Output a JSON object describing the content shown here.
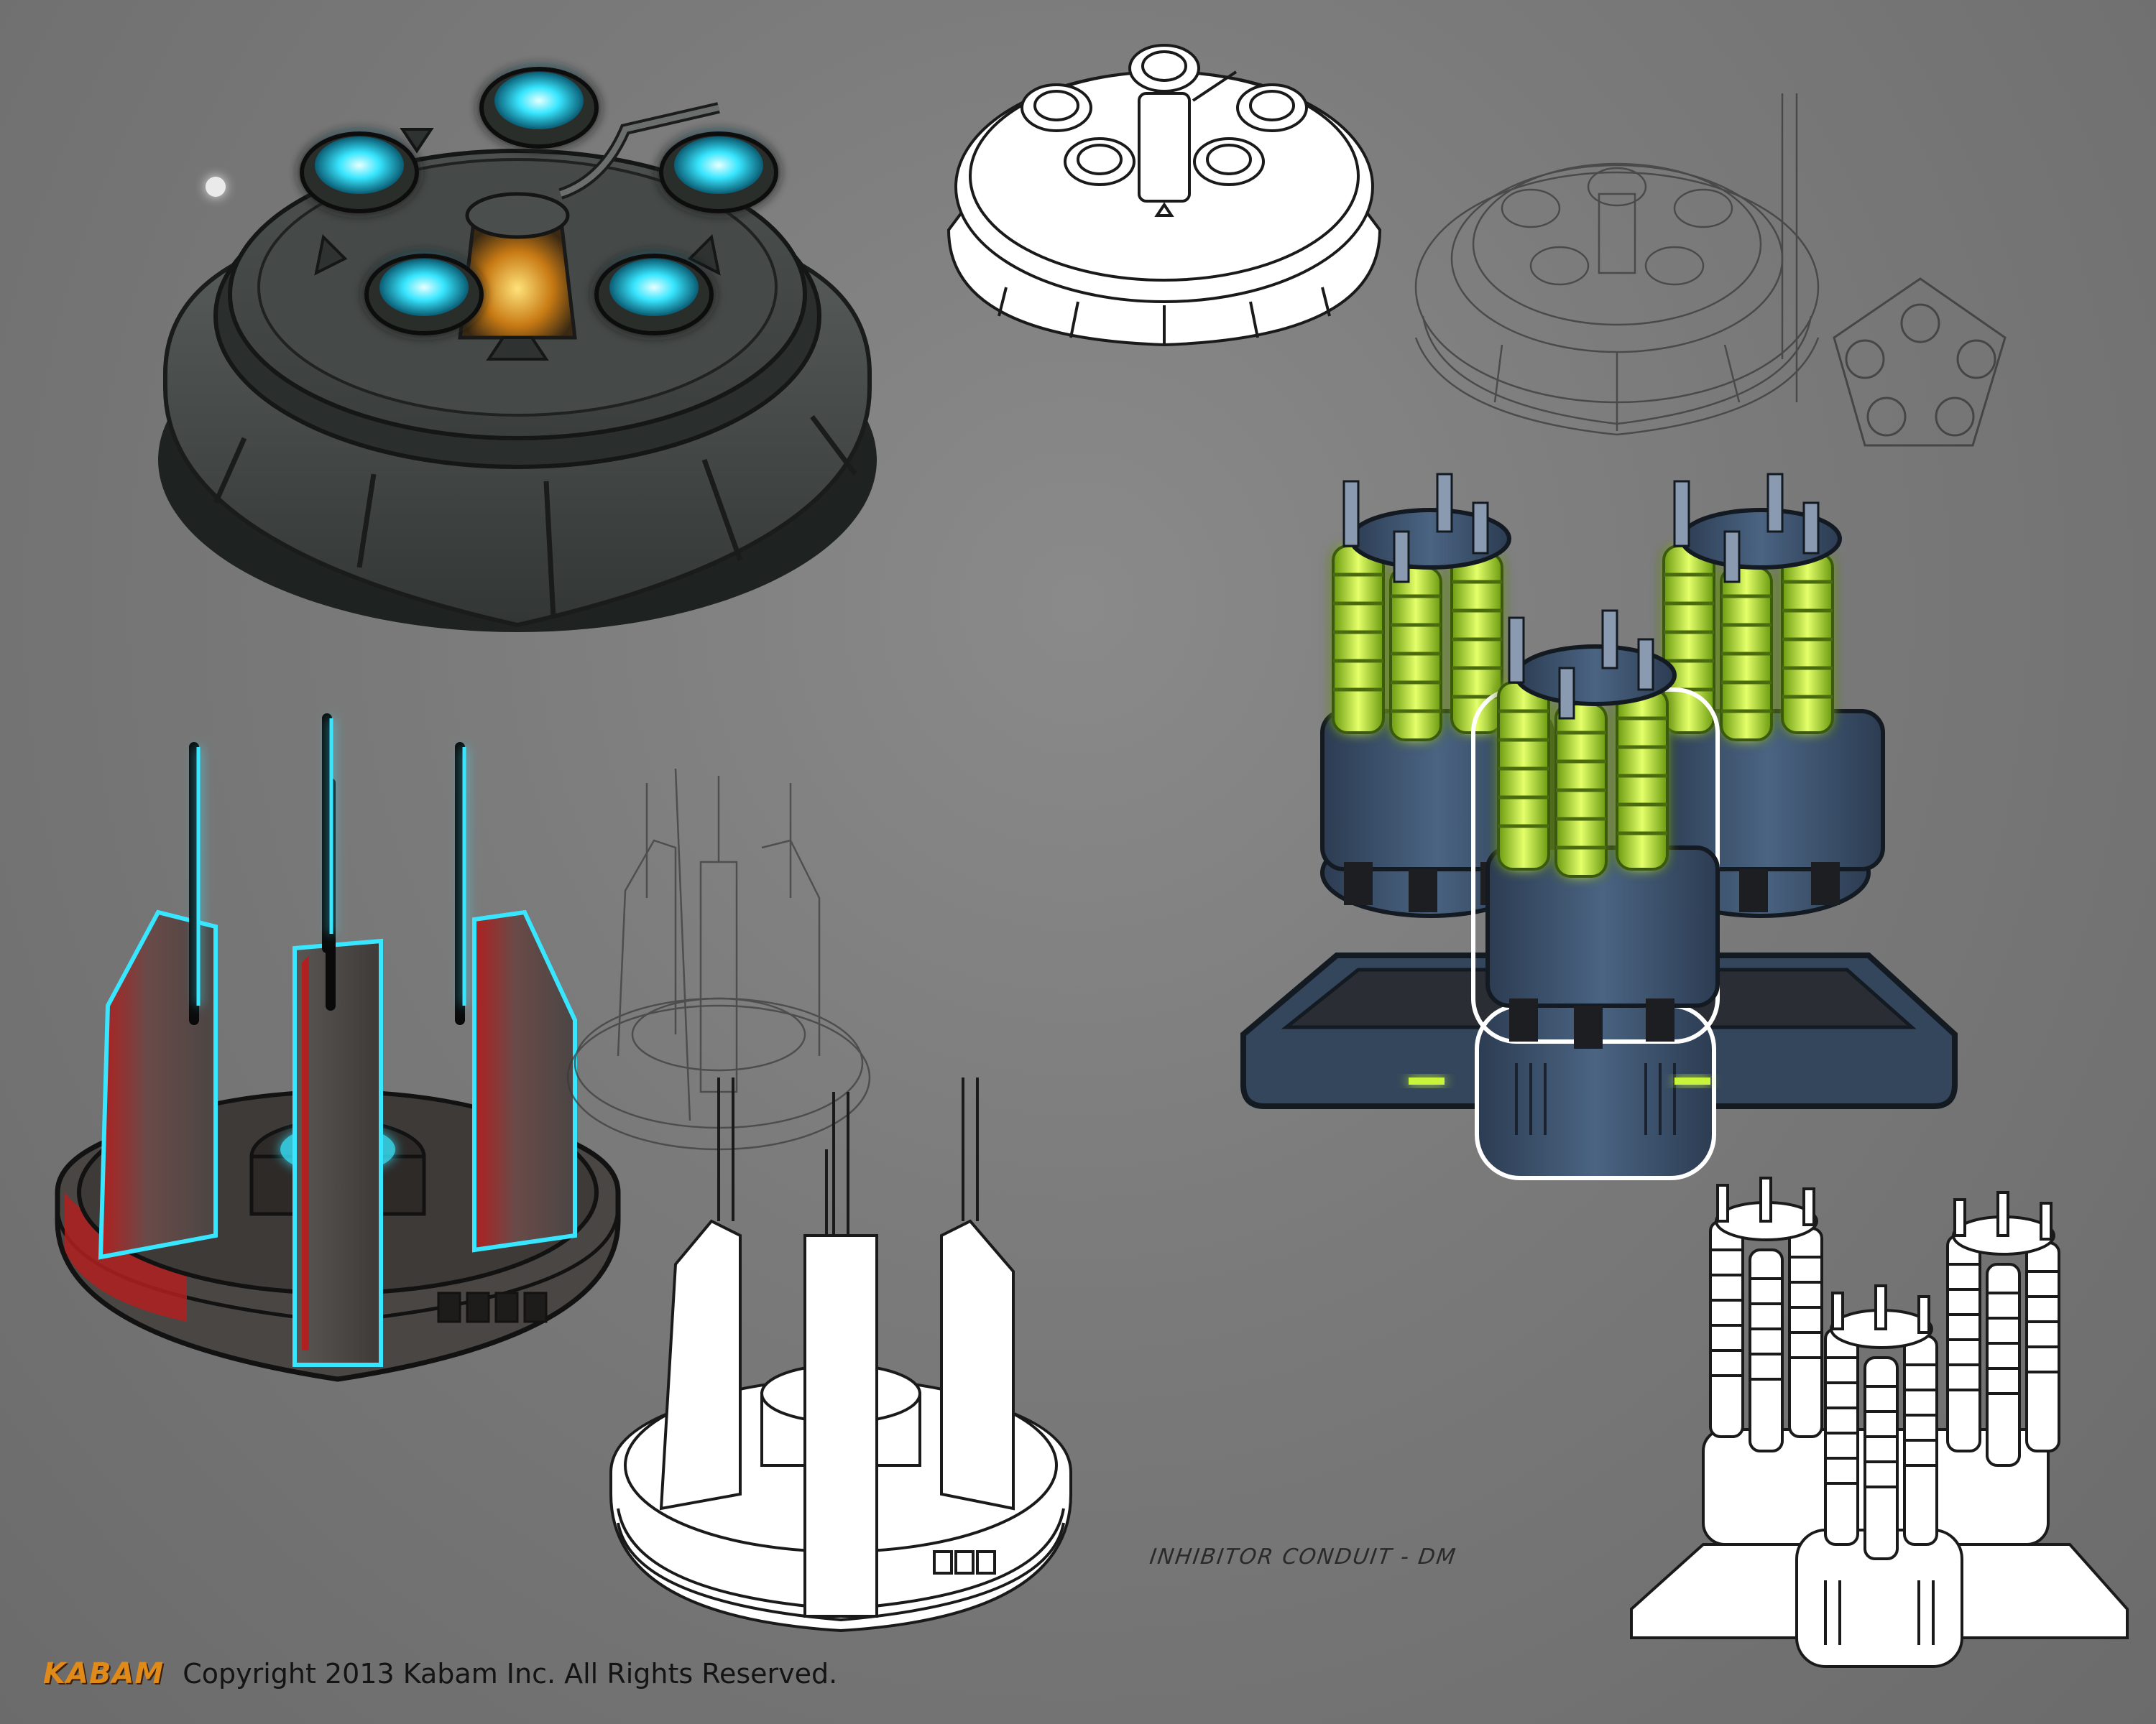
{
  "sketch_label": "INHIBITOR CONDUIT - DM",
  "copyright": "Copyright 2013 Kabam Inc. All Rights Reserved.",
  "logo_text": "KABAM",
  "colors": {
    "background": "#7a7a7a",
    "glow_cyan": "#38e6ff",
    "glow_green": "#c8f53a",
    "glow_orange": "#f0a020",
    "accent_red": "#c8282a",
    "stone_dark": "#3e4240",
    "blue_metal": "#3d5470",
    "logo_orange": "#e08a1a"
  }
}
